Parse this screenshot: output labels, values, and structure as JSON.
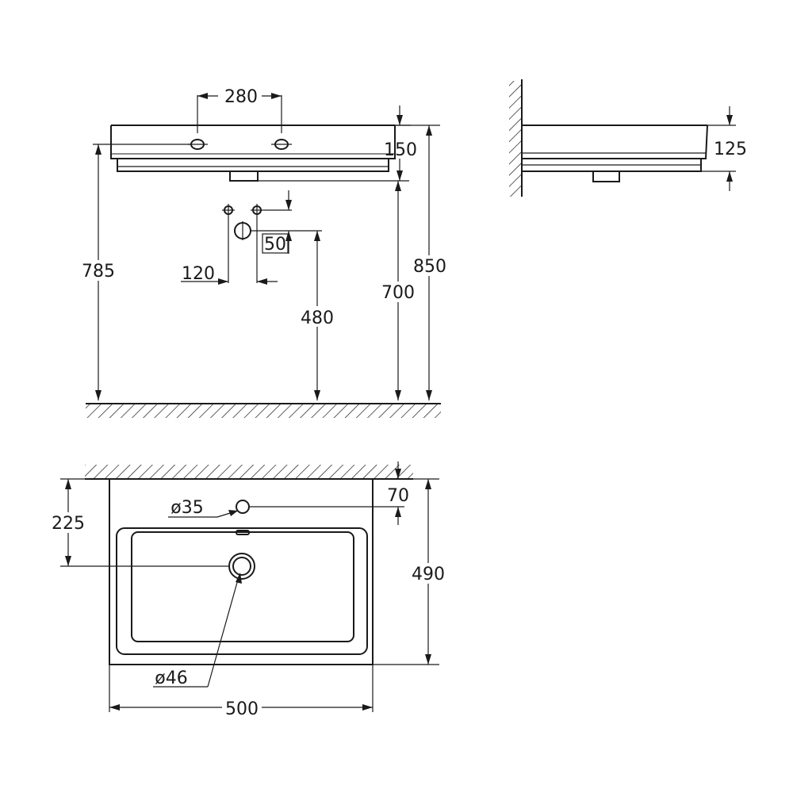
{
  "dimensions": {
    "front": {
      "tap_hole_spacing": "280",
      "basin_height": "150",
      "height_to_rim_785": "785",
      "total_height": "850",
      "height_to_underside": "700",
      "trap_height": "480",
      "valve_spacing": "120",
      "valve_offset": "50"
    },
    "side": {
      "depth": "125"
    },
    "top": {
      "wall_to_tap": "70",
      "tap_hole_diameter": "ø35",
      "wall_to_waste": "225",
      "projection": "490",
      "waste_diameter": "ø46",
      "width": "500"
    }
  },
  "colors": {
    "line": "#1a1a1a",
    "background": "#ffffff"
  }
}
